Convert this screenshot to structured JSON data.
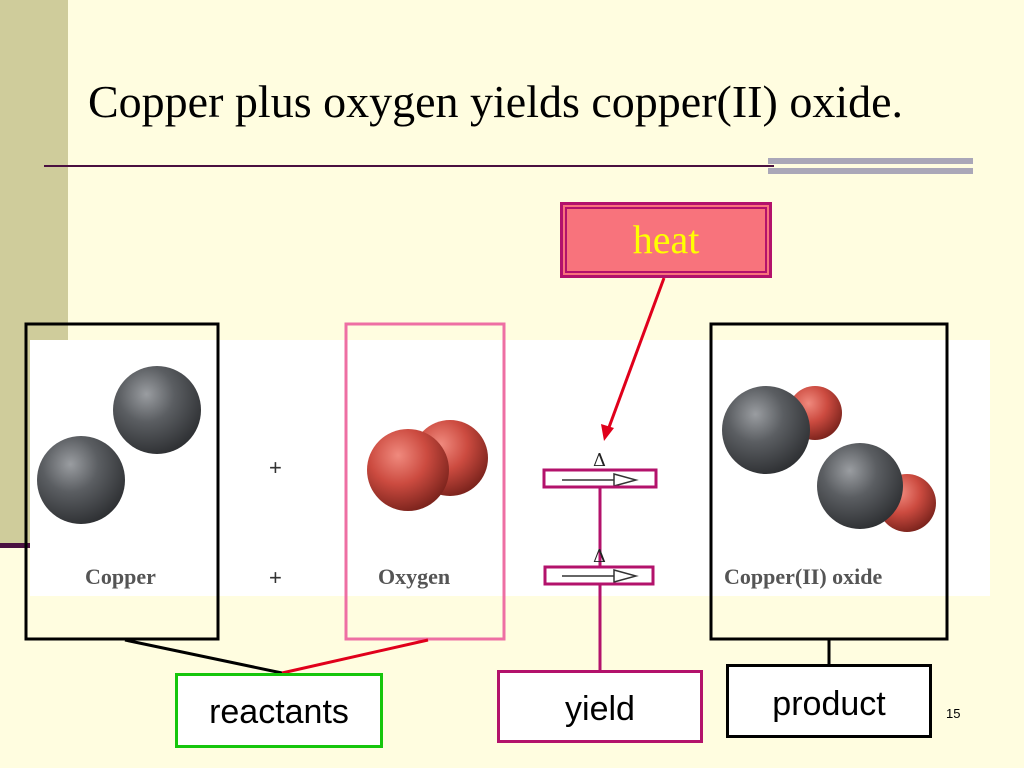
{
  "slide": {
    "title": "Copper plus oxygen yields copper(II) oxide.",
    "page_number": "15"
  },
  "figure": {
    "copper_label": "Copper",
    "oxygen_label": "Oxygen",
    "product_label": "Copper(II) oxide",
    "plus_top": "+",
    "plus_bottom": "+",
    "delta_top": "Δ",
    "delta_bottom": "Δ"
  },
  "annotations": {
    "heat": "heat",
    "reactants": "reactants",
    "yield": "yield",
    "product": "product"
  },
  "colors": {
    "background": "#fffde0",
    "heat_fill": "#f8737c",
    "heat_text": "#ffff00",
    "magenta_border": "#b3126b",
    "pink_border": "#ee6fa3",
    "green_border": "#16c60c",
    "arrow_red": "#e0001b",
    "copper_atom": "#575a5e",
    "oxygen_atom": "#cc4b40"
  }
}
